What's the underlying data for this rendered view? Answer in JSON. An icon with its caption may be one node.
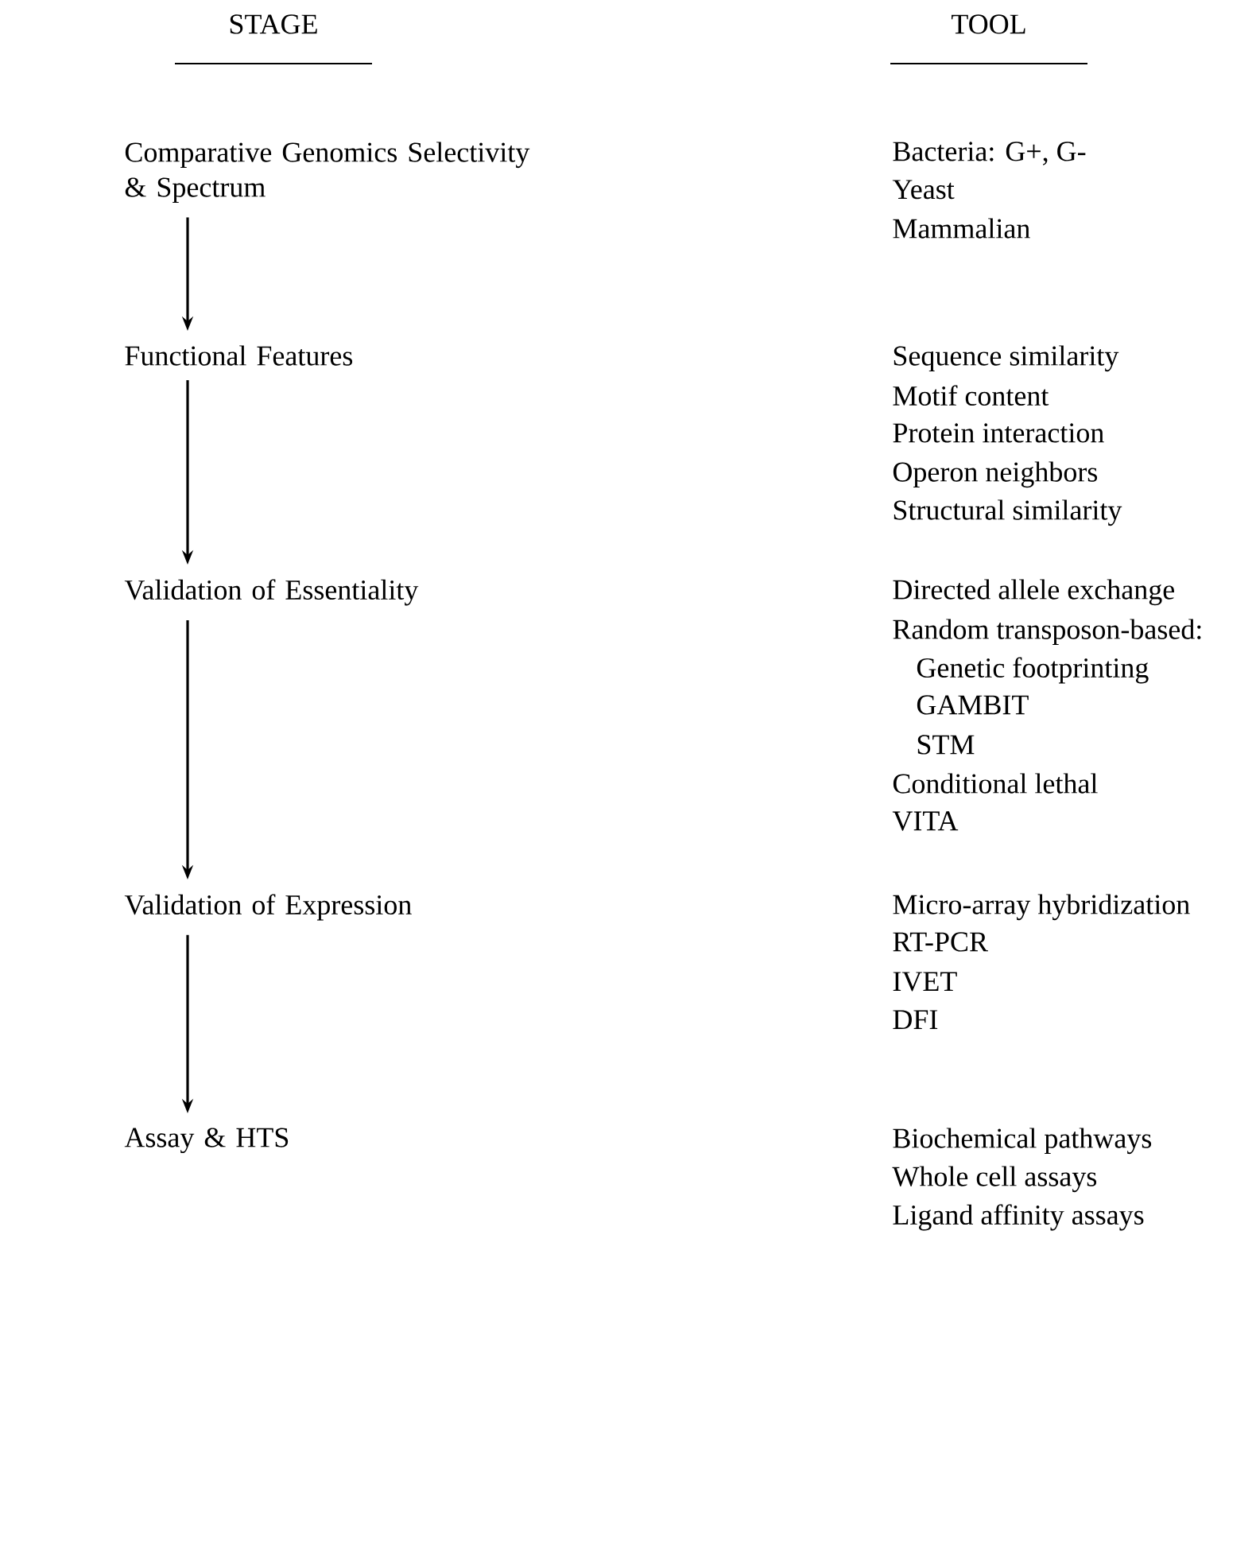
{
  "diagram": {
    "nodes": [
      {
        "text": [
          "Comparative Genomics Selectivity & Spectrum"
        ]
      },
      {
        "text": [
          "Functional Features"
        ]
      },
      {
        "text": [
          "Validation of Essentiality"
        ]
      },
      {
        "text": [
          "Validation of Expression"
        ]
      },
      {
        "text": [
          "Assay & HTS"
        ]
      }
    ],
    "edges": [
      {
        "from": 0,
        "to": 1,
        "arrow": "to"
      },
      {
        "from": 1,
        "to": 2,
        "arrow": "to"
      },
      {
        "from": 2,
        "to": 3,
        "arrow": "to"
      },
      {
        "from": 3,
        "to": 4,
        "arrow": "to"
      }
    ],
    "labels": [
      "STAGE",
      "TOOL",
      "Bacteria: G+, G-",
      "Yeast",
      "Mammalian",
      "Sequence similarity",
      "Motif content",
      "Protein interaction",
      "Operon neighbors",
      "Structural similarity",
      "Directed allele exchange",
      "Random transposon-based:",
      "Genetic footprinting",
      "GAMBIT",
      "STM",
      "Conditional lethal",
      "VITA",
      "Micro-array hybridization",
      "RT-PCR",
      "IVET",
      "DFI",
      "Biochemical pathways",
      "Whole cell assays",
      "Ligand affinity assays"
    ]
  }
}
